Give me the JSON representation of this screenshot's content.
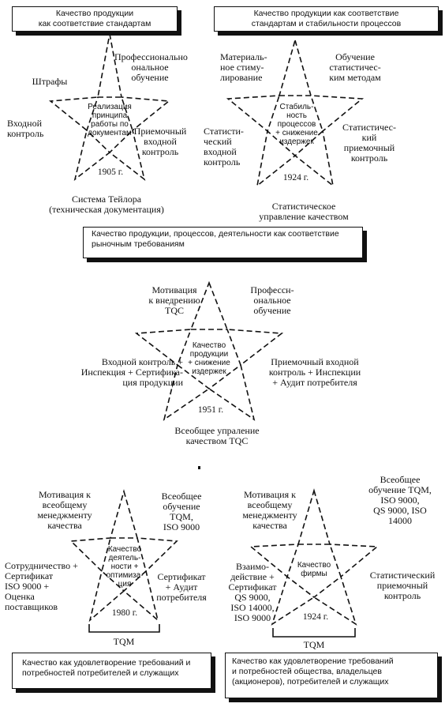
{
  "blocks": {
    "b1": {
      "header": "Качество продукции\nкак соответствие стандартам",
      "labels": [
        "Профессионально\nональное\nобучение",
        "Штрафы",
        "Входной\nконтроль",
        "Приемочный\nвходной\nконтроль"
      ],
      "center": "Реализация\nпринципа\nработы по\nдокументам",
      "year": "1905 г.",
      "caption": "Система Тейлора\n(техническая документация)"
    },
    "b2": {
      "header": "Качество продукции как соответствие\nстандартам  и стабильности процессов",
      "labels": [
        "Материаль-\nное стиму-\nлирование",
        "Обучение\nстатистичес-\nким методам",
        "Статисти-\nческий\nвходной\nконтроль",
        "Статистичес-\nкий\nприемочный\nконтроль"
      ],
      "center": "Стабиль-\nность\nпроцессов\n+ снижение\nиздержек",
      "year": "1924 г.",
      "caption": "Статистическое\nуправление качеством"
    },
    "b3": {
      "header": "Качество продукции, процессов, деятельности как соответствие\nрыночным требованиям",
      "labels": [
        "Мотивация\nк внедрению\nTQC",
        "Профессн-\nональное\nобучение",
        "Входной контроль +\nИнспекция  + Сертифика-\nция продукции",
        "Приемочный входной\nконтроль + Инспекции\n+ Аудит потребителя"
      ],
      "center": "Качество\nпродукции\n+ снижение\nиздержек",
      "year": "1951 г.",
      "caption": "Всеобщее упраление\nкачеством TQC"
    },
    "b4": {
      "labels": [
        "Мотивация к\nвсеобщему\nменеджменту\nкачества",
        "Всеобщее\nобучение\nTQM,\nISO 9000",
        "Сотрудничество +\nСертификат\nISO 9000 +\nОценка\nпоставщиков",
        "Сертификат\n+ Аудит\nпотребителя"
      ],
      "center": "Качество\nдеятель-\nности +\nоптимиза-\nция",
      "year": "1980 г.",
      "caption": "TQM",
      "footer": "Качество как удовлетворение требований и\nпотребностей потребителей и служащих"
    },
    "b5": {
      "labels": [
        "Мотивация к\nвсеобщему\nменеджменту\nкачества",
        "Всеобщее\nобучение TQM,\nISO 9000,\nQS 9000, ISO\n14000",
        "Взаимо-\nдействие +\nСертификат\nQS 9000,\nISO 14000,\nISO 9000",
        "Статистический\nприемочный\nконтроль"
      ],
      "center": "Качество\nфирмы",
      "year": "1924 г.",
      "caption": "TQM",
      "footer": "Качество как удовлетворение требований\nи потребностей общества, владельцев\n(акционеров), потребителей и служащих"
    }
  }
}
